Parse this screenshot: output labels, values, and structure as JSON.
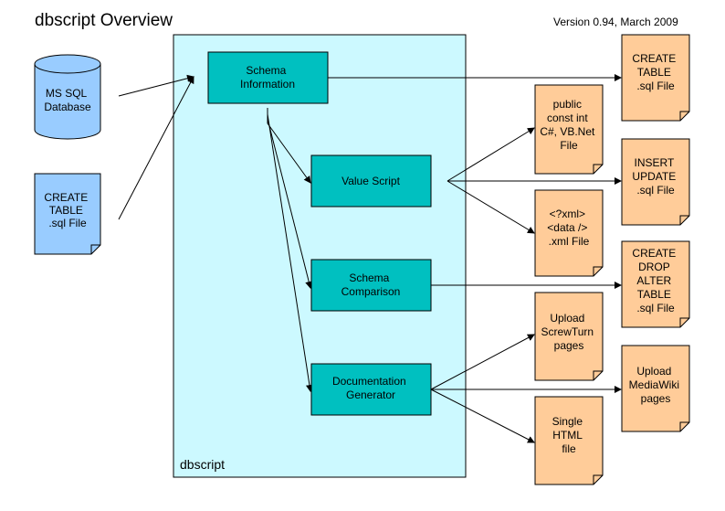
{
  "title": "dbscript Overview",
  "version": "Version 0.94, March 2009",
  "container_label": "dbscript",
  "colors": {
    "container": "#ccf9ff",
    "process": "#00c0c0",
    "source": "#99ccff",
    "output": "#ffcc99"
  },
  "sources": {
    "database": [
      "MS SQL",
      "Database"
    ],
    "sql_file": [
      "CREATE",
      "TABLE",
      ".sql File"
    ]
  },
  "processes": {
    "schema_information": [
      "Schema",
      "Information"
    ],
    "value_script": [
      "Value Script"
    ],
    "schema_comparison": [
      "Schema",
      "Comparison"
    ],
    "documentation_generator": [
      "Documentation",
      "Generator"
    ]
  },
  "outputs": {
    "create_table_sql": [
      "CREATE",
      "TABLE",
      ".sql File"
    ],
    "const_file": [
      "public",
      "const int",
      "C#, VB.Net",
      "File"
    ],
    "insert_update_sql": [
      "INSERT",
      "UPDATE",
      ".sql File"
    ],
    "xml_file": [
      "<?xml>",
      "<data />",
      ".xml File"
    ],
    "create_drop_alter_sql": [
      "CREATE",
      "DROP",
      "ALTER",
      "TABLE",
      ".sql File"
    ],
    "screwturn": [
      "Upload",
      "ScrewTurn",
      "pages"
    ],
    "mediawiki": [
      "Upload",
      "MediaWiki",
      "pages"
    ],
    "single_html": [
      "Single",
      "HTML",
      "file"
    ]
  }
}
